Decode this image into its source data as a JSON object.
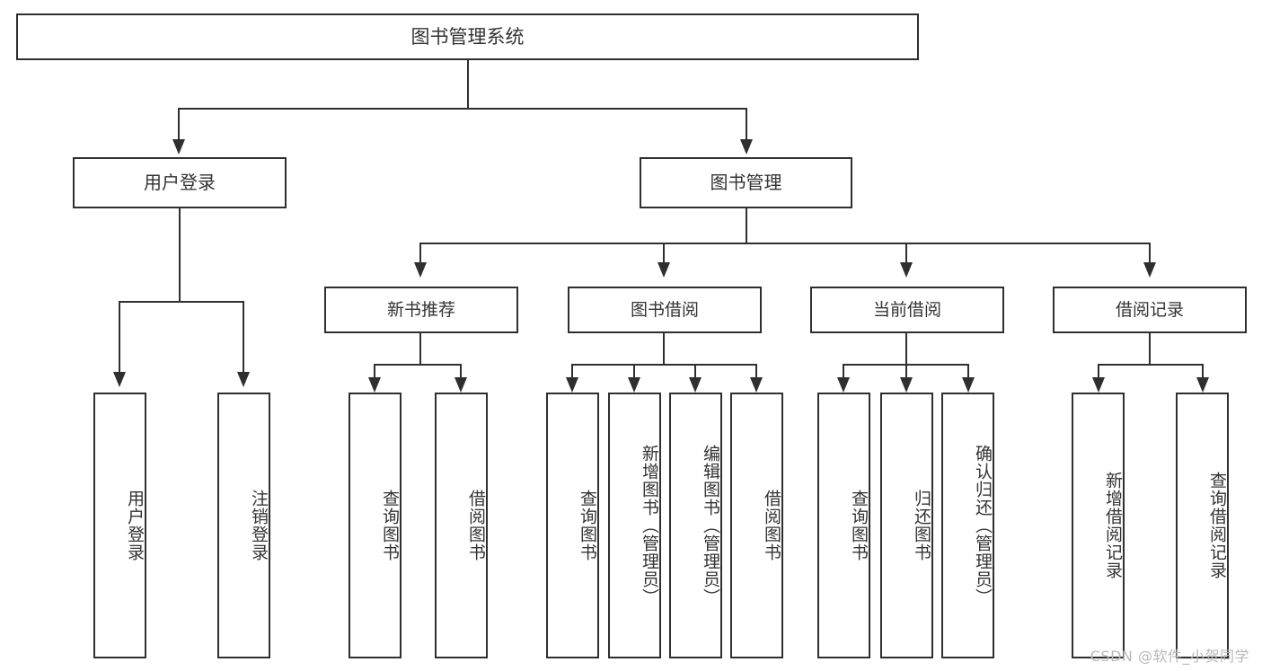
{
  "diagram": {
    "title": "图书管理系统",
    "type": "tree",
    "watermark": "CSDN @软件_小贺同学",
    "colors": {
      "line": "#2f2f2f",
      "box_border": "#2f2f2f",
      "box_fill": "#ffffff",
      "text": "#333333",
      "watermark": "#b9b9b9",
      "background": "#ffffff"
    },
    "root": {
      "label": "图书管理系统"
    },
    "level1": [
      {
        "id": "user-login",
        "label": "用户登录"
      },
      {
        "id": "book-management",
        "label": "图书管理"
      }
    ],
    "level2": [
      {
        "id": "new-book-recommend",
        "label": "新书推荐",
        "parent": "book-management"
      },
      {
        "id": "book-borrow",
        "label": "图书借阅",
        "parent": "book-management"
      },
      {
        "id": "current-borrow",
        "label": "当前借阅",
        "parent": "book-management"
      },
      {
        "id": "borrow-record",
        "label": "借阅记录",
        "parent": "book-management"
      }
    ],
    "leaves": [
      {
        "id": "leaf-user-login",
        "label": "用户登录",
        "parent": "user-login"
      },
      {
        "id": "leaf-logout-login",
        "label": "注销登录",
        "parent": "user-login"
      },
      {
        "id": "leaf-query-book-1",
        "label": "查询图书",
        "parent": "new-book-recommend"
      },
      {
        "id": "leaf-borrow-book-1",
        "label": "借阅图书",
        "parent": "new-book-recommend"
      },
      {
        "id": "leaf-query-book-2",
        "label": "查询图书",
        "parent": "book-borrow"
      },
      {
        "id": "leaf-add-book",
        "label": "新增图书（管理员）",
        "parent": "book-borrow"
      },
      {
        "id": "leaf-edit-book",
        "label": "编辑图书（管理员）",
        "parent": "book-borrow"
      },
      {
        "id": "leaf-borrow-book-2",
        "label": "借阅图书",
        "parent": "book-borrow"
      },
      {
        "id": "leaf-query-book-3",
        "label": "查询图书",
        "parent": "current-borrow"
      },
      {
        "id": "leaf-return-book",
        "label": "归还图书",
        "parent": "current-borrow"
      },
      {
        "id": "leaf-confirm-return",
        "label": "确认归还（管理员）",
        "parent": "current-borrow"
      },
      {
        "id": "leaf-add-record",
        "label": "新增借阅记录",
        "parent": "borrow-record"
      },
      {
        "id": "leaf-query-record",
        "label": "查询借阅记录",
        "parent": "borrow-record"
      }
    ]
  }
}
